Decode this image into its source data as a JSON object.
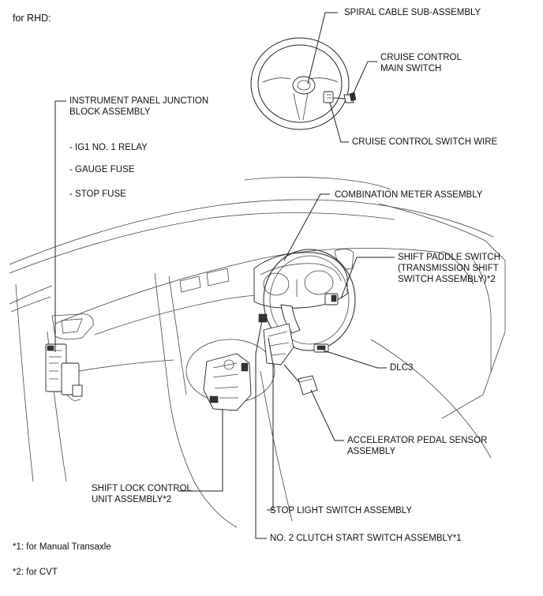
{
  "header": {
    "title": "for RHD:"
  },
  "labels": {
    "spiral_cable": "SPIRAL CABLE SUB-ASSEMBLY",
    "cruise_main_1": "CRUISE CONTROL",
    "cruise_main_2": "MAIN SWITCH",
    "cruise_wire": "CRUISE CONTROL SWITCH WIRE",
    "ipjb_1": "INSTRUMENT PANEL JUNCTION",
    "ipjb_2": "BLOCK ASSEMBLY",
    "ig1_relay": "- IG1 NO. 1 RELAY",
    "gauge_fuse": "- GAUGE FUSE",
    "stop_fuse": "- STOP FUSE",
    "combination_meter": "COMBINATION METER ASSEMBLY",
    "shift_paddle_1": "SHIFT PADDLE SWITCH",
    "shift_paddle_2": "(TRANSMISSION SHIFT",
    "shift_paddle_3": "SWITCH ASSEMBLY)*2",
    "dlc3": "DLC3",
    "accel_1": "ACCELERATOR PEDAL SENSOR",
    "accel_2": "ASSEMBLY",
    "shift_lock_1": "SHIFT LOCK CONTROL",
    "shift_lock_2": "UNIT ASSEMBLY*2",
    "stop_light": "STOP LIGHT SWITCH ASSEMBLY",
    "clutch_start": "NO. 2 CLUTCH START SWITCH ASSEMBLY*1"
  },
  "footnotes": {
    "note1": "*1: for Manual Transaxle",
    "note2": "*2: for CVT"
  }
}
